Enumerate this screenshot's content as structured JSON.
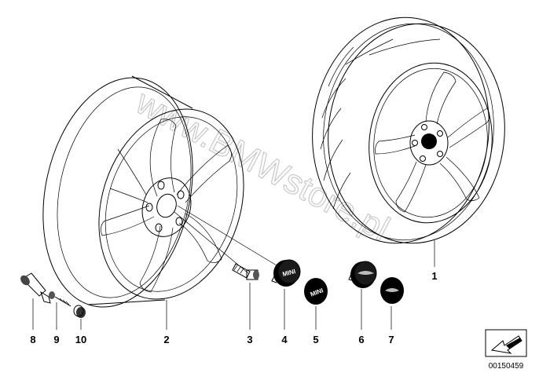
{
  "diagram": {
    "callouts": [
      "1",
      "2",
      "3",
      "4",
      "5",
      "6",
      "7",
      "8",
      "9",
      "10"
    ],
    "cap_logo": "MINI",
    "watermark": "www.BMWstore.pl",
    "diagram_code": "00150459"
  }
}
